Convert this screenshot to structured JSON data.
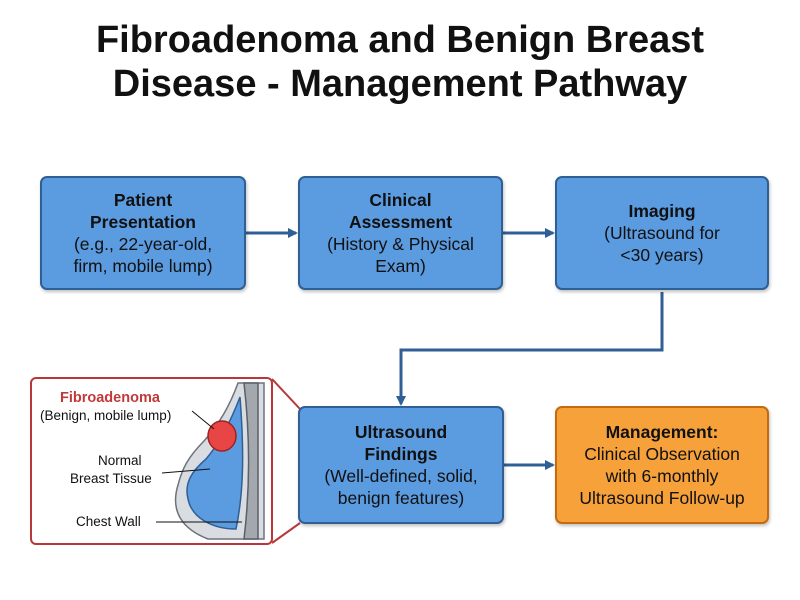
{
  "title": {
    "line1": "Fibroadenoma and Benign Breast",
    "line2": "Disease - Management Pathway"
  },
  "nodes": {
    "presentation": {
      "head": [
        "Patient",
        "Presentation"
      ],
      "body": [
        "(e.g., 22-year-old,",
        "firm, mobile lump)"
      ]
    },
    "assessment": {
      "head": [
        "Clinical",
        "Assessment"
      ],
      "body": [
        "(History & Physical",
        "Exam)"
      ]
    },
    "imaging": {
      "head": [
        "Imaging"
      ],
      "body": [
        "(Ultrasound for",
        "<30 years)"
      ]
    },
    "findings": {
      "head": [
        "Ultrasound",
        "Findings"
      ],
      "body": [
        "(Well-defined, solid,",
        "benign features)"
      ]
    },
    "management": {
      "head": [
        "Management:"
      ],
      "body": [
        "Clinical Observation",
        "with 6-monthly",
        "Ultrasound Follow-up"
      ]
    }
  },
  "inset": {
    "fibroadenoma": "Fibroadenoma",
    "fibroadenoma_desc": "(Benign, mobile lump)",
    "normal_line1": "Normal",
    "normal_line2": "Breast Tissue",
    "chest_wall": "Chest Wall"
  },
  "colors": {
    "process_box": "#5b9be0",
    "process_border": "#2f5f95",
    "management_box": "#f6a13a",
    "arrow": "#2f5f95",
    "inset_border": "#b7383a",
    "fibroadenoma": "#e84545"
  }
}
